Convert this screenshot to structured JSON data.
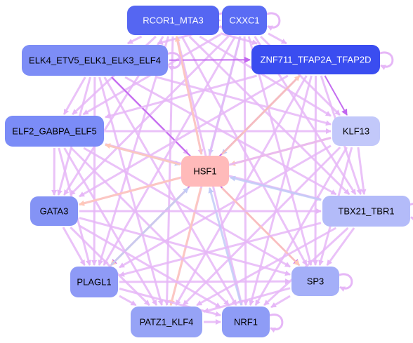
{
  "network": {
    "colors": {
      "edge_purple": "#e6b7f7",
      "edge_dark_purple": "#c266ef",
      "edge_peach": "#ffc8b8",
      "edge_blue": "#c2cbf7",
      "hub_fill": "#ffbaba"
    },
    "nodes": [
      {
        "id": "rcor1",
        "label": "RCOR1_MTA3",
        "fill": "#5566f2",
        "text": "#ffffff"
      },
      {
        "id": "cxxc1",
        "label": "CXXC1",
        "fill": "#5a6cf4",
        "text": "#ffffff"
      },
      {
        "id": "elk4",
        "label": "ELK4_ETV5_ELK1_ELK3_ELF4",
        "fill": "#7d8df6",
        "text": "#000000"
      },
      {
        "id": "znf711",
        "label": "ZNF711_TFAP2A_TFAP2D",
        "fill": "#3a4df0",
        "text": "#ffffff"
      },
      {
        "id": "elf2",
        "label": "ELF2_GABPA_ELF5",
        "fill": "#7b8cf7",
        "text": "#000000"
      },
      {
        "id": "klf13",
        "label": "KLF13",
        "fill": "#c2c8fa",
        "text": "#000000"
      },
      {
        "id": "hsf1",
        "label": "HSF1",
        "fill": "#ffbaba",
        "text": "#000000"
      },
      {
        "id": "gata3",
        "label": "GATA3",
        "fill": "#8493f5",
        "text": "#000000"
      },
      {
        "id": "tbx21",
        "label": "TBX21_TBR1",
        "fill": "#b3bbf9",
        "text": "#000000"
      },
      {
        "id": "plagl1",
        "label": "PLAGL1",
        "fill": "#8e9af6",
        "text": "#000000"
      },
      {
        "id": "sp3",
        "label": "SP3",
        "fill": "#a4aff8",
        "text": "#000000"
      },
      {
        "id": "patz1",
        "label": "PATZ1_KLF4",
        "fill": "#96a3f6",
        "text": "#000000"
      },
      {
        "id": "nrf1",
        "label": "NRF1",
        "fill": "#8e9cf6",
        "text": "#000000"
      }
    ],
    "edges": [
      [
        "rcor1",
        "hsf1",
        "purple"
      ],
      [
        "rcor1",
        "klf13",
        "purple"
      ],
      [
        "rcor1",
        "tbx21",
        "purple"
      ],
      [
        "rcor1",
        "sp3",
        "purple"
      ],
      [
        "rcor1",
        "nrf1",
        "purple"
      ],
      [
        "rcor1",
        "patz1",
        "purple"
      ],
      [
        "rcor1",
        "plagl1",
        "purple"
      ],
      [
        "rcor1",
        "gata3",
        "purple"
      ],
      [
        "rcor1",
        "elf2",
        "purple"
      ],
      [
        "rcor1",
        "elk4",
        "purple"
      ],
      [
        "rcor1",
        "cxxc1",
        "purple"
      ],
      [
        "rcor1",
        "znf711",
        "purple"
      ],
      [
        "cxxc1",
        "hsf1",
        "blue"
      ],
      [
        "cxxc1",
        "klf13",
        "purple"
      ],
      [
        "cxxc1",
        "tbx21",
        "purple"
      ],
      [
        "cxxc1",
        "sp3",
        "purple"
      ],
      [
        "cxxc1",
        "nrf1",
        "purple"
      ],
      [
        "cxxc1",
        "patz1",
        "purple"
      ],
      [
        "cxxc1",
        "plagl1",
        "purple"
      ],
      [
        "cxxc1",
        "gata3",
        "purple"
      ],
      [
        "cxxc1",
        "elf2",
        "purple"
      ],
      [
        "cxxc1",
        "elk4",
        "purple"
      ],
      [
        "cxxc1",
        "znf711",
        "purple"
      ],
      [
        "elk4",
        "hsf1",
        "purple"
      ],
      [
        "elk4",
        "klf13",
        "purple"
      ],
      [
        "elk4",
        "tbx21",
        "purple"
      ],
      [
        "elk4",
        "sp3",
        "dark"
      ],
      [
        "elk4",
        "nrf1",
        "purple"
      ],
      [
        "elk4",
        "patz1",
        "purple"
      ],
      [
        "elk4",
        "plagl1",
        "purple"
      ],
      [
        "elk4",
        "gata3",
        "purple"
      ],
      [
        "elk4",
        "elf2",
        "purple"
      ],
      [
        "elk4",
        "znf711",
        "dark"
      ],
      [
        "znf711",
        "hsf1",
        "blue"
      ],
      [
        "znf711",
        "klf13",
        "dark"
      ],
      [
        "znf711",
        "tbx21",
        "purple"
      ],
      [
        "znf711",
        "sp3",
        "purple"
      ],
      [
        "znf711",
        "nrf1",
        "purple"
      ],
      [
        "znf711",
        "patz1",
        "purple"
      ],
      [
        "znf711",
        "plagl1",
        "dark"
      ],
      [
        "znf711",
        "gata3",
        "purple"
      ],
      [
        "znf711",
        "elf2",
        "purple"
      ],
      [
        "elf2",
        "hsf1",
        "blue"
      ],
      [
        "elf2",
        "klf13",
        "purple"
      ],
      [
        "elf2",
        "tbx21",
        "purple"
      ],
      [
        "elf2",
        "sp3",
        "purple"
      ],
      [
        "elf2",
        "nrf1",
        "purple"
      ],
      [
        "elf2",
        "patz1",
        "purple"
      ],
      [
        "elf2",
        "plagl1",
        "purple"
      ],
      [
        "elf2",
        "gata3",
        "purple"
      ],
      [
        "klf13",
        "hsf1",
        "peach"
      ],
      [
        "klf13",
        "tbx21",
        "purple"
      ],
      [
        "klf13",
        "sp3",
        "purple"
      ],
      [
        "klf13",
        "nrf1",
        "purple"
      ],
      [
        "klf13",
        "patz1",
        "purple"
      ],
      [
        "klf13",
        "plagl1",
        "purple"
      ],
      [
        "klf13",
        "gata3",
        "purple"
      ],
      [
        "hsf1",
        "gata3",
        "peach"
      ],
      [
        "hsf1",
        "plagl1",
        "peach"
      ],
      [
        "hsf1",
        "patz1",
        "peach"
      ],
      [
        "hsf1",
        "sp3",
        "peach"
      ],
      [
        "hsf1",
        "rcor1",
        "peach"
      ],
      [
        "hsf1",
        "znf711",
        "peach"
      ],
      [
        "hsf1",
        "elf2",
        "peach"
      ],
      [
        "nrf1",
        "hsf1",
        "blue"
      ],
      [
        "tbx21",
        "hsf1",
        "blue"
      ],
      [
        "plagl1",
        "hsf1",
        "blue"
      ],
      [
        "gata3",
        "tbx21",
        "purple"
      ],
      [
        "gata3",
        "sp3",
        "purple"
      ],
      [
        "gata3",
        "nrf1",
        "purple"
      ],
      [
        "gata3",
        "patz1",
        "purple"
      ],
      [
        "gata3",
        "plagl1",
        "purple"
      ],
      [
        "tbx21",
        "sp3",
        "purple"
      ],
      [
        "tbx21",
        "nrf1",
        "purple"
      ],
      [
        "tbx21",
        "patz1",
        "purple"
      ],
      [
        "tbx21",
        "plagl1",
        "purple"
      ],
      [
        "plagl1",
        "sp3",
        "purple"
      ],
      [
        "plagl1",
        "nrf1",
        "purple"
      ],
      [
        "plagl1",
        "patz1",
        "purple"
      ],
      [
        "sp3",
        "nrf1",
        "purple"
      ],
      [
        "sp3",
        "patz1",
        "purple"
      ],
      [
        "patz1",
        "nrf1",
        "purple"
      ]
    ],
    "self_loops": [
      "rcor1",
      "cxxc1",
      "elk4",
      "znf711",
      "tbx21",
      "sp3",
      "nrf1"
    ]
  }
}
